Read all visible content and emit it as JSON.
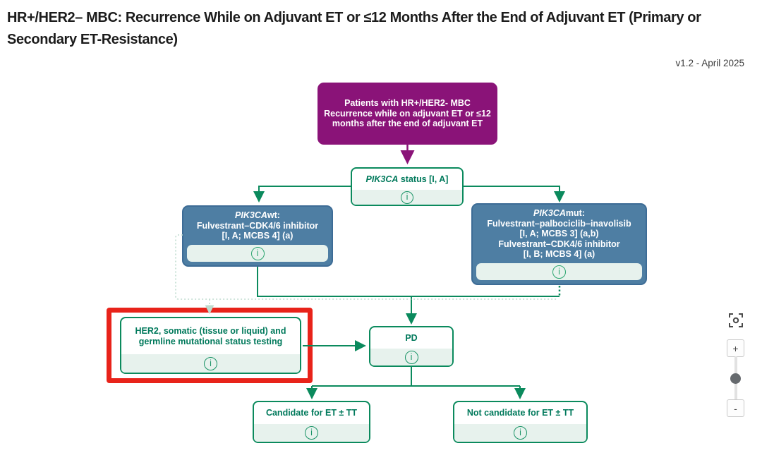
{
  "header": {
    "title": "HR+/HER2– MBC: Recurrence While on Adjuvant ET or ≤12 Months After the End of Adjuvant ET (Primary or Secondary ET-Resistance)",
    "version": "v1.2 - April 2025"
  },
  "flowchart": {
    "patients": {
      "line1": "Patients with HR+/HER2- MBC",
      "line2": "Recurrence while on adjuvant ET or ≤12 months after the end of adjuvant ET"
    },
    "pik3ca_status": {
      "italic": "PIK3CA",
      "rest": " status [I, A]"
    },
    "pik3ca_wt": {
      "italic": "PIK3CA",
      "rest": "wt:",
      "line2": "Fulvestrant–CDK4/6 inhibitor",
      "line3": "[I, A; MCBS 4] (a)"
    },
    "pik3ca_mut": {
      "italic": "PIK3CA",
      "rest": "mut:",
      "line2": "Fulvestrant–palbociclib–inavolisib",
      "line3": "[I, A; MCBS 3] (a,b)",
      "line4": "Fulvestrant–CDK4/6 inhibitor",
      "line5": "[I, B; MCBS 4] (a)"
    },
    "her2_testing": {
      "text": "HER2, somatic (tissue or liquid) and germline mutational status testing"
    },
    "pd": {
      "text": "PD"
    },
    "candidate": {
      "text": "Candidate for ET ± TT"
    },
    "not_candidate": {
      "text": "Not candidate for ET ± TT"
    },
    "info_icon_label": "i"
  },
  "controls": {
    "zoom_in": "+",
    "zoom_out": "-"
  },
  "colors": {
    "purple": "#8A1378",
    "blue_fill": "#4E7EA3",
    "blue_border": "#3D6C96",
    "green": "#0B8A5D",
    "green_text": "#00795B",
    "footer_green": "#E7F2ED",
    "highlight_red": "#E8231A",
    "dotted_light_green": "#BFDCCF"
  }
}
